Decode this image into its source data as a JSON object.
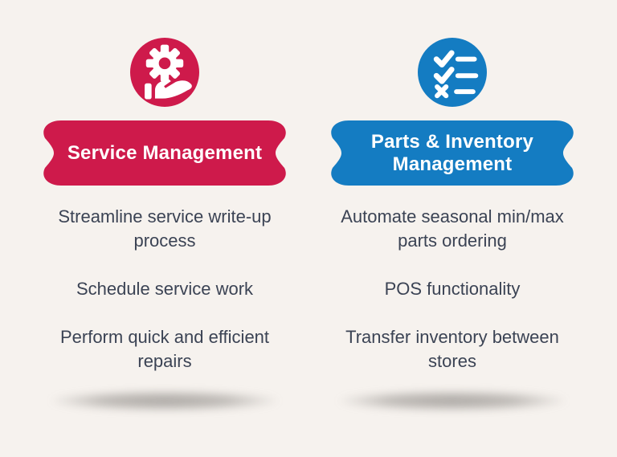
{
  "canvas": {
    "background_color": "#f6f2ee",
    "body_text_color": "#3b4354"
  },
  "columns": [
    {
      "id": "service",
      "accent_color": "#ce1a4b",
      "icon": "gear-in-hand-icon",
      "title": "Service Management",
      "items": [
        "Streamline service write-up\nprocess",
        "Schedule service work",
        "Perform quick and efficient\nrepairs"
      ]
    },
    {
      "id": "parts-inventory",
      "accent_color": "#147cc2",
      "icon": "checklist-icon",
      "title": "Parts & Inventory\nManagement",
      "items": [
        "Automate seasonal min/max\nparts ordering",
        "POS functionality",
        "Transfer inventory between\nstores"
      ]
    }
  ]
}
